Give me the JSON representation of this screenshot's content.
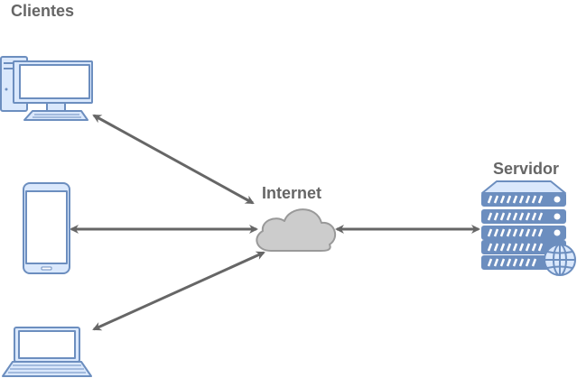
{
  "labels": {
    "clients": "Clientes",
    "internet": "Internet",
    "server": "Servidor"
  },
  "nodes": {
    "desktop": {
      "icon": "desktop-computer-icon"
    },
    "phone": {
      "icon": "smartphone-icon"
    },
    "laptop": {
      "icon": "laptop-icon"
    },
    "cloud": {
      "icon": "cloud-icon"
    },
    "server": {
      "icon": "server-rack-icon"
    },
    "globe": {
      "icon": "globe-icon"
    }
  },
  "edges": [
    {
      "from": "desktop",
      "to": "cloud",
      "direction": "both"
    },
    {
      "from": "phone",
      "to": "cloud",
      "direction": "both"
    },
    {
      "from": "laptop",
      "to": "cloud",
      "direction": "both"
    },
    {
      "from": "cloud",
      "to": "server",
      "direction": "both"
    }
  ],
  "colors": {
    "icon_stroke": "#6c8ebf",
    "icon_fill": "#dae8fc",
    "cloud_fill": "#cccccc",
    "cloud_stroke": "#999999",
    "arrow": "#666666",
    "label": "#666666"
  }
}
